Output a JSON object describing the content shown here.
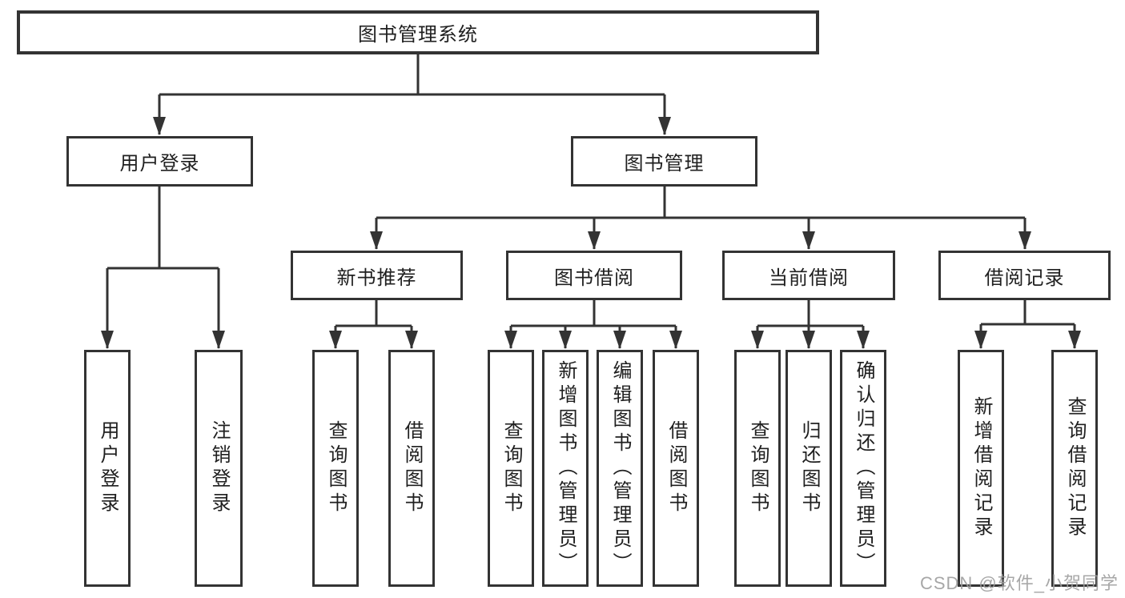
{
  "diagram": {
    "title": "图书管理系统",
    "level2": [
      {
        "label": "用户登录"
      },
      {
        "label": "图书管理"
      }
    ],
    "level3": [
      {
        "label": "新书推荐",
        "parent": "图书管理"
      },
      {
        "label": "图书借阅",
        "parent": "图书管理"
      },
      {
        "label": "当前借阅",
        "parent": "图书管理"
      },
      {
        "label": "借阅记录",
        "parent": "图书管理"
      }
    ],
    "leaves": [
      {
        "label": "用户登录",
        "parent": "用户登录"
      },
      {
        "label": "注销登录",
        "parent": "用户登录"
      },
      {
        "label": "查询图书",
        "parent": "新书推荐"
      },
      {
        "label": "借阅图书",
        "parent": "新书推荐"
      },
      {
        "label": "查询图书",
        "parent": "图书借阅"
      },
      {
        "label": "新增图书（管理员）",
        "parent": "图书借阅"
      },
      {
        "label": "编辑图书（管理员）",
        "parent": "图书借阅"
      },
      {
        "label": "借阅图书",
        "parent": "图书借阅"
      },
      {
        "label": "查询图书",
        "parent": "当前借阅"
      },
      {
        "label": "归还图书",
        "parent": "当前借阅"
      },
      {
        "label": "确认归还（管理员）",
        "parent": "当前借阅"
      },
      {
        "label": "新增借阅记录",
        "parent": "借阅记录"
      },
      {
        "label": "查询借阅记录",
        "parent": "借阅记录"
      }
    ]
  },
  "watermark": "CSDN @软件_小贺同学",
  "colors": {
    "line": "#333333",
    "box_border": "#333333",
    "text": "#1f1f1f",
    "watermark": "#9e9e9e",
    "background": "#ffffff"
  }
}
